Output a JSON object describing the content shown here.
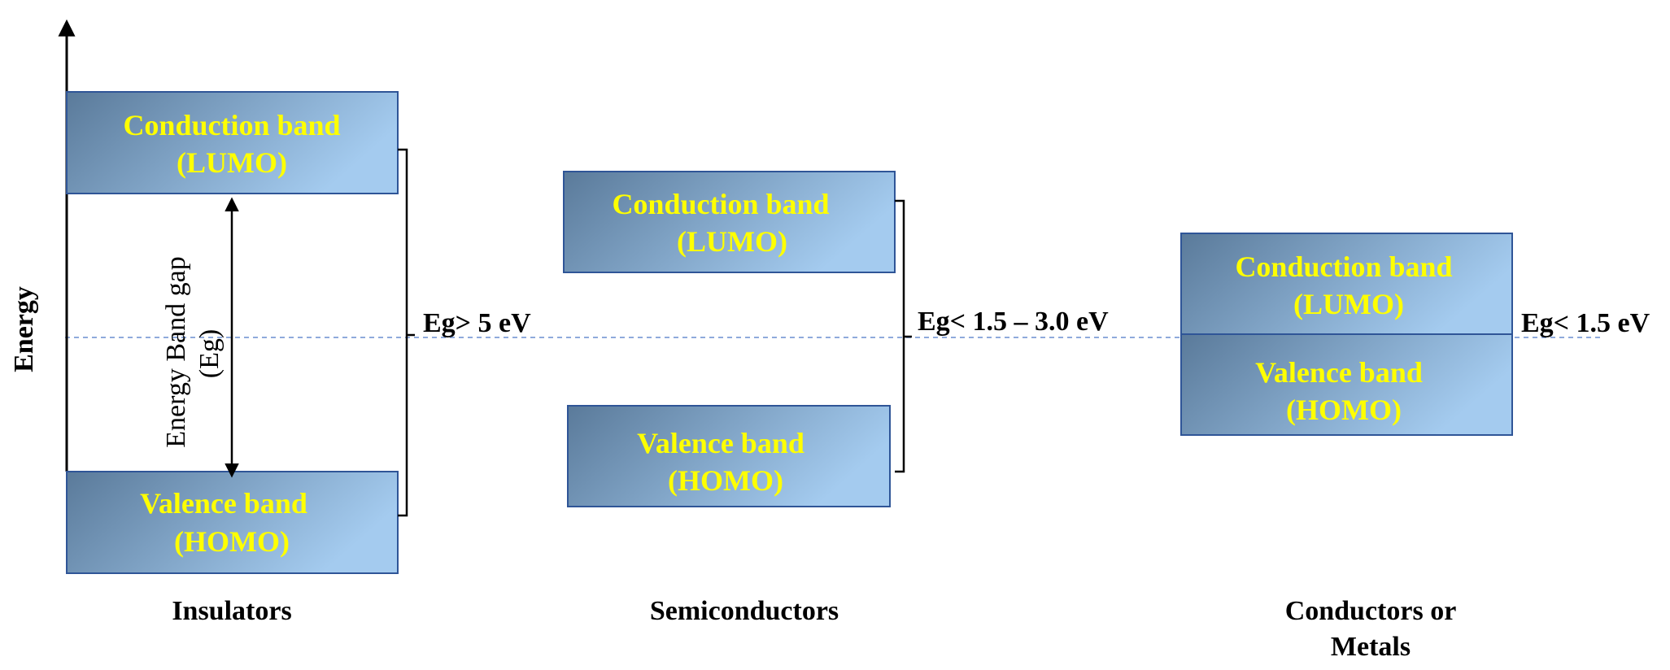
{
  "axis": {
    "label": "Energy"
  },
  "colors": {
    "band_dark": "#5a7a9a",
    "band_light": "#a4cbef",
    "band_border": "#2f5597",
    "band_text": "#ffff00",
    "fermi_line": "#8faadc"
  },
  "insulators": {
    "category": "Insulators",
    "conduction": {
      "line1": "Conduction band",
      "line2": "(LUMO)"
    },
    "valence": {
      "line1": "Valence band",
      "line2": "(HOMO)"
    },
    "gap_arrow": {
      "line1": "Energy Band gap",
      "line2": "(Eg)"
    },
    "gap_label": "Eg> 5 eV"
  },
  "semiconductors": {
    "category": "Semiconductors",
    "conduction": {
      "line1": "Conduction band",
      "line2": "(LUMO)"
    },
    "valence": {
      "line1": "Valence band",
      "line2": "(HOMO)"
    },
    "gap_label": "Eg< 1.5 – 3.0 eV"
  },
  "conductors": {
    "category_line1": "Conductors or",
    "category_line2": "Metals",
    "conduction": {
      "line1": "Conduction band",
      "line2": "(LUMO)"
    },
    "valence": {
      "line1": "Valence band",
      "line2": "(HOMO)"
    },
    "gap_label": "Eg< 1.5 eV"
  }
}
